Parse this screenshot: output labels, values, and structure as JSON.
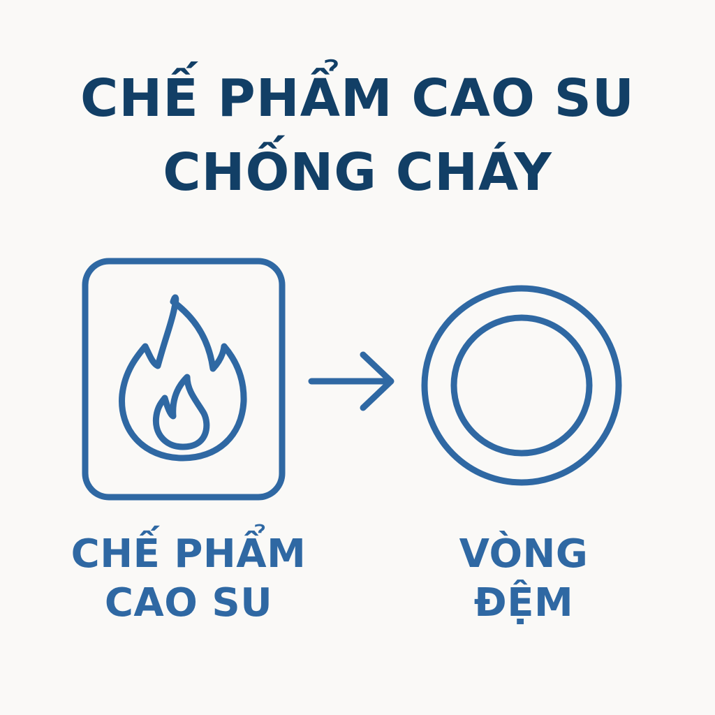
{
  "title": {
    "line1": "CHẾ PHẨM CAO SU",
    "line2": "CHỐNG CHÁY"
  },
  "left_node": {
    "label_line1": "CHẾ PHẨM",
    "label_line2": "CAO SU",
    "icon": "flame-icon"
  },
  "right_node": {
    "label_line1": "VÒNG",
    "label_line2": "ĐỆM",
    "icon": "gasket-ring-icon"
  },
  "connector": {
    "icon": "arrow-right-icon"
  },
  "colors": {
    "background": "#faf9f7",
    "title": "#123f66",
    "accent": "#2f68a3"
  }
}
